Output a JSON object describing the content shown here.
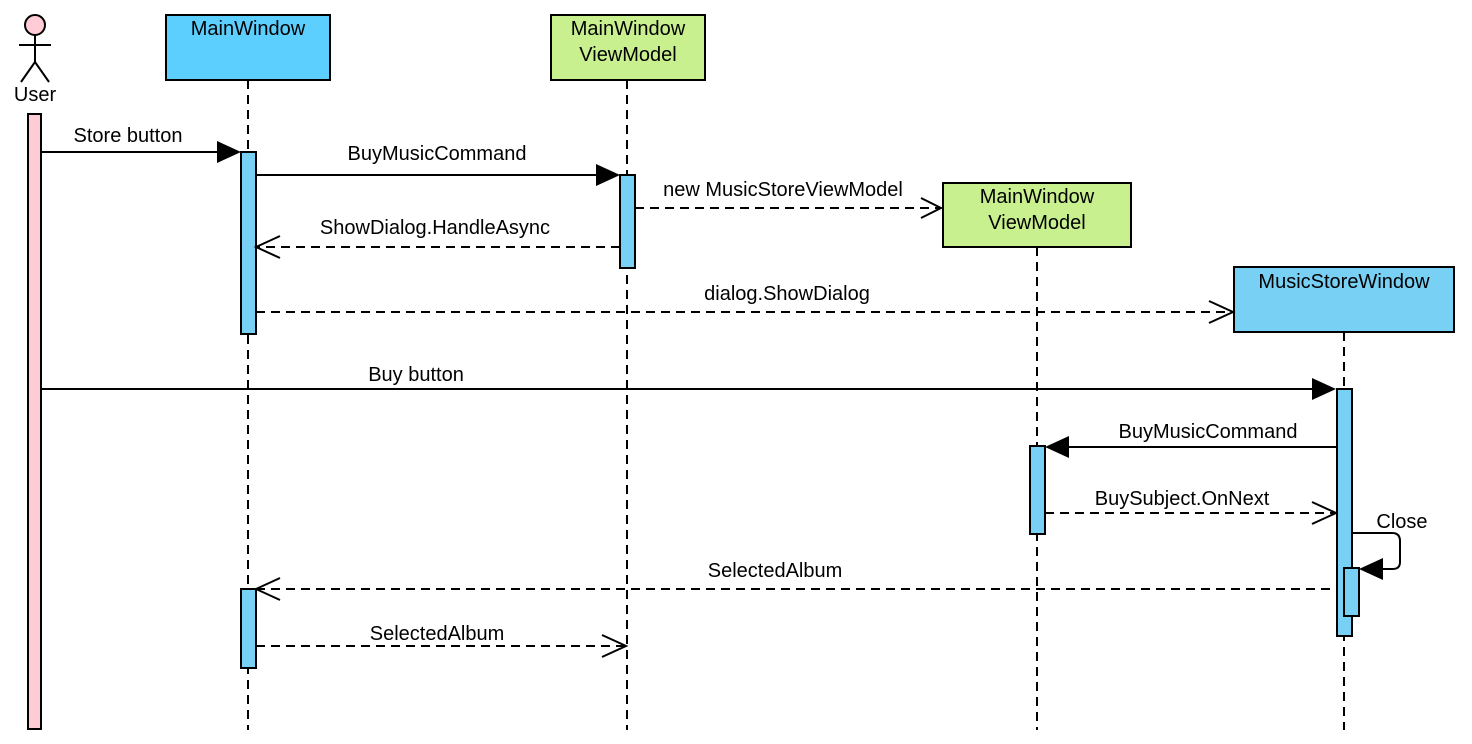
{
  "actor": {
    "label": "User",
    "color": "#ffccd5"
  },
  "participants": {
    "main_window": {
      "label": "MainWindow",
      "color": "#5ccfff"
    },
    "main_window_vm": {
      "line1": "MainWindow",
      "line2": "ViewModel",
      "color": "#c9f08f"
    },
    "created_vm": {
      "line1": "MainWindow",
      "line2": "ViewModel",
      "color": "#c9f08f"
    },
    "music_store_window": {
      "label": "MusicStoreWindow",
      "color": "#78d0f5"
    }
  },
  "activation_color": "#78d0f5",
  "messages": {
    "store_button": "Store button",
    "buy_music_command_1": "BuyMusicCommand",
    "new_music_store_vm": "new MusicStoreViewModel",
    "show_dialog_handle_async": "ShowDialog.HandleAsync",
    "dialog_show_dialog": "dialog.ShowDialog",
    "buy_button": "Buy button",
    "buy_music_command_2": "BuyMusicCommand",
    "buy_subject_on_next": "BuySubject.OnNext",
    "close": "Close",
    "selected_album_1": "SelectedAlbum",
    "selected_album_2": "SelectedAlbum"
  }
}
